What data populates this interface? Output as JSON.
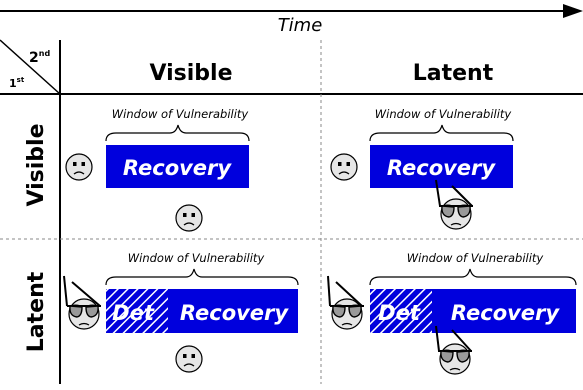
{
  "time_label": "Time",
  "corner": {
    "second": "2nd",
    "first": "1st"
  },
  "columns": [
    "Visible",
    "Latent"
  ],
  "rows": [
    "Visible",
    "Latent"
  ],
  "window_label": "Window of Vulnerability",
  "recovery_label": "Recovery",
  "det_label": "Det",
  "colors": {
    "recovery": "#0000dd",
    "line": "#000000",
    "face": "#e6e6e6",
    "dashed": "#888888"
  },
  "icons": [
    "frown-face-icon",
    "sunglasses-face-icon"
  ]
}
